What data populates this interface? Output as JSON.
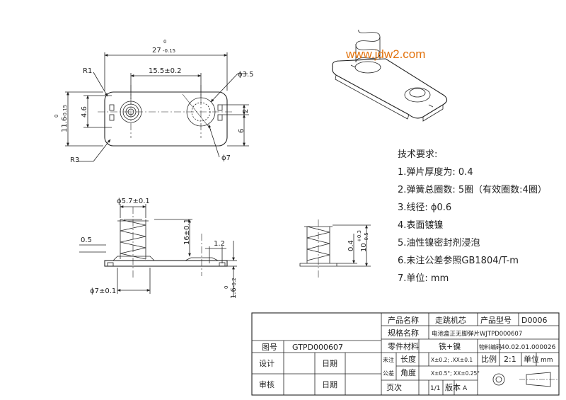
{
  "watermark": "www.jdw2.com",
  "top_view": {
    "dim_overall_length": "27",
    "dim_overall_length_tol_upper": "0",
    "dim_overall_length_tol_lower": "-0.15",
    "dim_hole_spacing": "15.5±0.2",
    "dim_hole_small": "ϕ3.5",
    "dim_hole_ring": "ϕ7",
    "dim_corner_r1": "R1",
    "dim_corner_r3": "R3",
    "dim_width": "11.6",
    "dim_width_tol_upper": "0",
    "dim_width_tol_lower": "-0.15",
    "dim_left_46": "4.6",
    "dim_right_2": "2",
    "dim_right_6": "6"
  },
  "side_view": {
    "dim_spring_dia": "ϕ5.7±0.1",
    "dim_thickness": "0.5",
    "dim_height": "16±0.1",
    "dim_tab": "1.2",
    "dim_base_dia": "ϕ7±0.1",
    "dim_bottom": "1.6",
    "dim_bottom_tol_upper": "0",
    "dim_bottom_tol_lower": "-0.2"
  },
  "end_view": {
    "dim_wire": "0.4",
    "dim_free_height": "10",
    "dim_free_height_tol_upper": "+0.3",
    "dim_free_height_tol_lower": "-0.5"
  },
  "requirements": {
    "title": "技术要求:",
    "items": [
      "1.弹片厚度为: 0.4",
      "2.弹簧总圈数: 5圈（有效圈数:4圈）",
      "3.线径: ϕ0.6",
      "4.表面镀镍",
      "5.油性镍密封剂浸泡",
      "6.未注公差参照GB1804/T-m",
      "7.单位: mm"
    ]
  },
  "title_block": {
    "product_name_label": "产品名称",
    "product_name_value": "走跳机芯",
    "model_label": "产品型号",
    "model_value": "D0006",
    "spec_label": "规格名称",
    "spec_value": "电池盒正无脚弹片WJTPD000607",
    "drawing_no_label": "图号",
    "drawing_no_value": "GTPD000607",
    "material_label": "零件材料",
    "material_value": "铁+镍",
    "part_code_label": "物料编码",
    "part_code_value": "40.02.01.000026",
    "design_label": "设计",
    "date_label_1": "日期",
    "unmarked_label": "未注",
    "length_label": "长度",
    "length_tol": "X±0.2; .XX±0.1",
    "scale_label": "比例",
    "scale_value": "2:1",
    "unit_label": "单位",
    "unit_value": "mm",
    "tolerance_label": "公差",
    "angle_label": "角度",
    "angle_tol": "X±0.5°; XX±0.25°",
    "review_label": "审核",
    "date_label_2": "日期",
    "page_label": "页次",
    "page_value": "1/1",
    "version_label": "版本",
    "version_value": "A"
  }
}
